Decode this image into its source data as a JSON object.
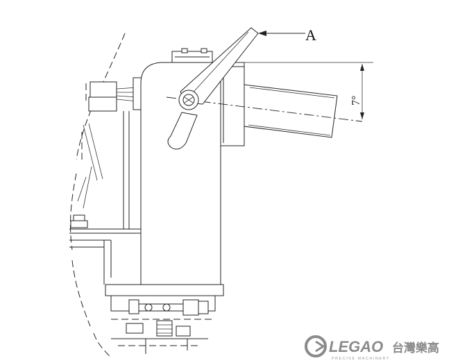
{
  "labels": {
    "callout": "A",
    "angle": "7°"
  },
  "logo": {
    "brand": "LEGAO",
    "chinese": "台灣樂高",
    "tagline": "PRECISE MACHINERY",
    "color": "#8a8a8a"
  }
}
